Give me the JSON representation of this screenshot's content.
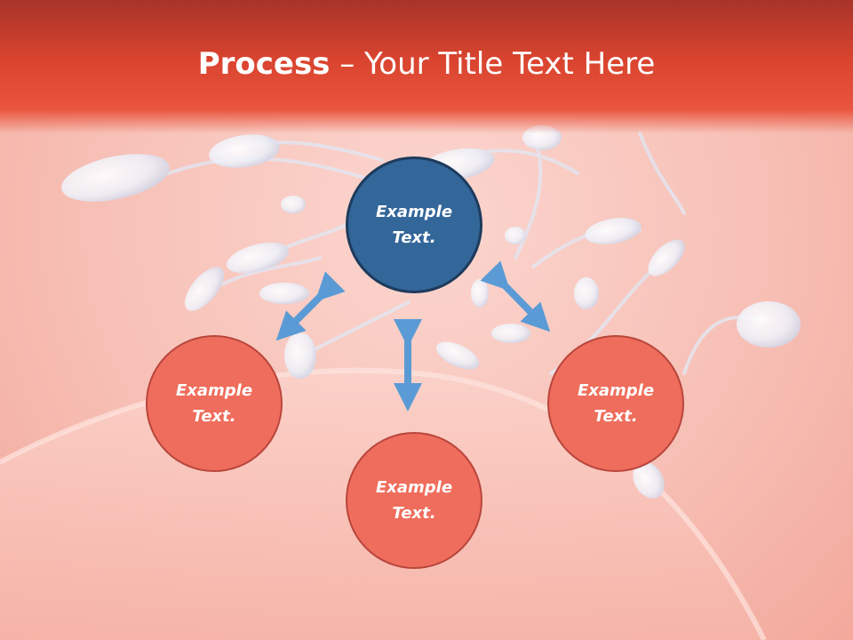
{
  "header": {
    "title_bold": "Process",
    "title_rest": " – Your Title Text Here"
  },
  "nodes": {
    "center": "Example\nText.",
    "left": "Example\nText.",
    "right": "Example\nText.",
    "bottom": "Example\nText."
  },
  "colors": {
    "header": "#d9442f",
    "center_node": "#336699",
    "outer_node": "#ef6d5c",
    "arrow": "#5b9bd5",
    "background": "#f7c0b6"
  },
  "icons": {
    "arrows": "double-headed-arrow"
  }
}
